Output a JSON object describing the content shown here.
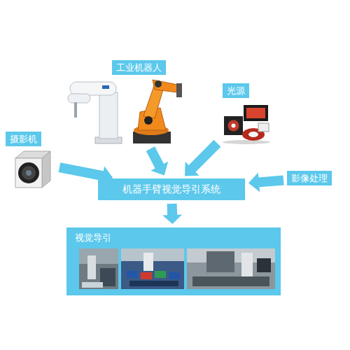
{
  "diagram": {
    "nodes": [
      {
        "text": [
          "工业机器人"
        ]
      },
      {
        "text": [
          "光源"
        ]
      },
      {
        "text": [
          "摄影机"
        ]
      },
      {
        "text": [
          "影像处理"
        ]
      },
      {
        "text": [
          "机器手臂视觉导引系统"
        ]
      },
      {
        "text": [
          "视觉导引"
        ]
      }
    ],
    "edges": [
      {
        "from": 0,
        "to": 4,
        "arrow": "to"
      },
      {
        "from": 1,
        "to": 4,
        "arrow": "to"
      },
      {
        "from": 2,
        "to": 4,
        "arrow": "to"
      },
      {
        "from": 3,
        "to": 4,
        "arrow": "to"
      },
      {
        "from": 4,
        "to": 5,
        "arrow": "to"
      }
    ]
  }
}
